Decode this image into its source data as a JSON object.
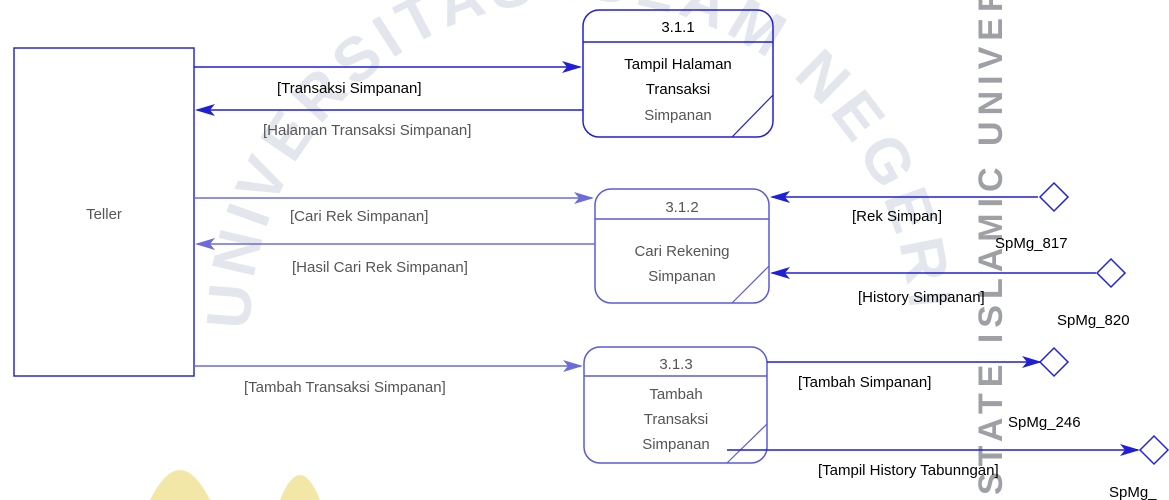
{
  "entity": {
    "label": "Teller"
  },
  "processes": [
    {
      "id": "3.1.1",
      "lines": [
        "Tampil Halaman",
        "Transaksi",
        "Simpanan"
      ]
    },
    {
      "id": "3.1.2",
      "lines": [
        "Cari Rekening",
        "Simpanan"
      ]
    },
    {
      "id": "3.1.3",
      "lines": [
        "Tambah",
        "Transaksi",
        "Simpanan"
      ]
    }
  ],
  "flows": {
    "transaksi_simpanan": "[Transaksi Simpanan]",
    "halaman_transaksi_simpanan": "[Halaman Transaksi Simpanan]",
    "cari_rek_simpanan": "[Cari Rek Simpanan]",
    "hasil_cari_rek_simpanan": "[Hasil Cari Rek Simpanan]",
    "tambah_transaksi_simpanan": "[Tambah Transaksi Simpanan]",
    "rek_simpan": "[Rek Simpan]",
    "history_simpanan": "[History Simpanan]",
    "tambah_simpanan": "[Tambah Simpanan]",
    "tampil_history_tabungan": "[Tampil History Tabunngan]"
  },
  "stores": {
    "spmg_817": "SpMg_817",
    "spmg_820": "SpMg_820",
    "spmg_246": "SpMg_246",
    "spmg_partial": "SpMg_"
  },
  "watermark": {
    "vertical": "STATE ISLAMIC UNIVERSITY",
    "arc": "UNIVERSITAS ISLAM NEGERI MAULANA MALIK IBRAHIM"
  },
  "colors": {
    "primary_arrow": "#1f1fd6",
    "faded_arrow": "#6b6bdc",
    "process_border": "#3a3ad0",
    "entity_border": "#2a2ad0",
    "store_border": "#2020e0"
  }
}
